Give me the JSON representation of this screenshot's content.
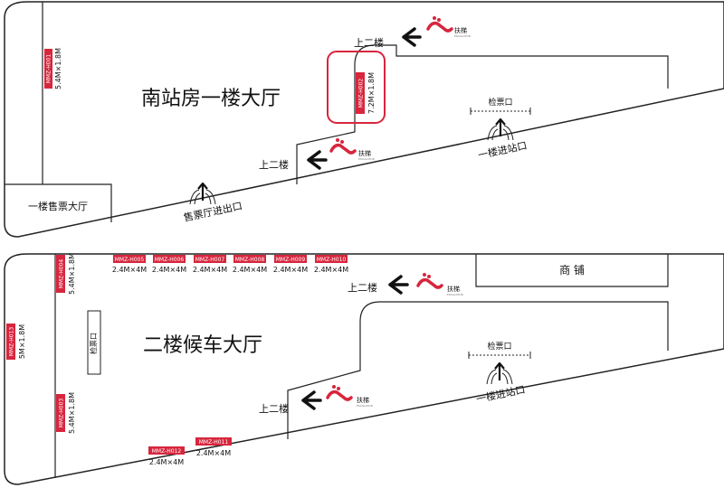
{
  "colors": {
    "tag_red": "#d7263d",
    "highlight_red": "#d7263d",
    "line": "#222222"
  },
  "hall1": {
    "title": "南站房一楼大厅",
    "ticket_hall": "一楼售票大厅",
    "ticket_hall_exit": "售票厅进出口",
    "upstairs_top": "上二楼",
    "upstairs_mid": "上二楼",
    "gate_label": "检票口",
    "entrance": "一楼进站口",
    "escalator_top": "扶梯",
    "escalator_mid": "扶梯",
    "escalator_sub": "ESCALATOR",
    "tag_h001": "MMZ-H001",
    "size_h001": "5.4M×1.8M",
    "tag_h002": "MMZ-H002",
    "size_h002": "7.2M×1.8M"
  },
  "hall2": {
    "title": "二楼候车大厅",
    "shop": "商  铺",
    "upstairs_top": "上二楼",
    "upstairs_mid": "上二楼",
    "gate_label": "检票口",
    "gate_side": "检票口",
    "entrance": "一楼进站口",
    "escalator_top": "扶梯",
    "escalator_mid": "扶梯",
    "escalator_sub": "ESCALATOR",
    "tag_h003": "MMZ-H003",
    "size_h003": "5.4M×1.8M",
    "tag_h004": "MMZ-H004",
    "size_h004": "5.4M×1.8M",
    "tag_h013": "MMZ-H013",
    "size_h013": "5M×1.8M",
    "top_tags": [
      {
        "tag": "MMZ-H005",
        "size": "2.4M×4M"
      },
      {
        "tag": "MMZ-H006",
        "size": "2.4M×4M"
      },
      {
        "tag": "MMZ-H007",
        "size": "2.4M×4M"
      },
      {
        "tag": "MMZ-H008",
        "size": "2.4M×4M"
      },
      {
        "tag": "MMZ-H009",
        "size": "2.4M×4M"
      },
      {
        "tag": "MMZ-H010",
        "size": "2.4M×4M"
      }
    ],
    "tag_h012": "MMZ-H012",
    "size_h012": "2.4M×4M",
    "tag_h011": "MMZ-H011",
    "size_h011": "2.4M×4M"
  }
}
